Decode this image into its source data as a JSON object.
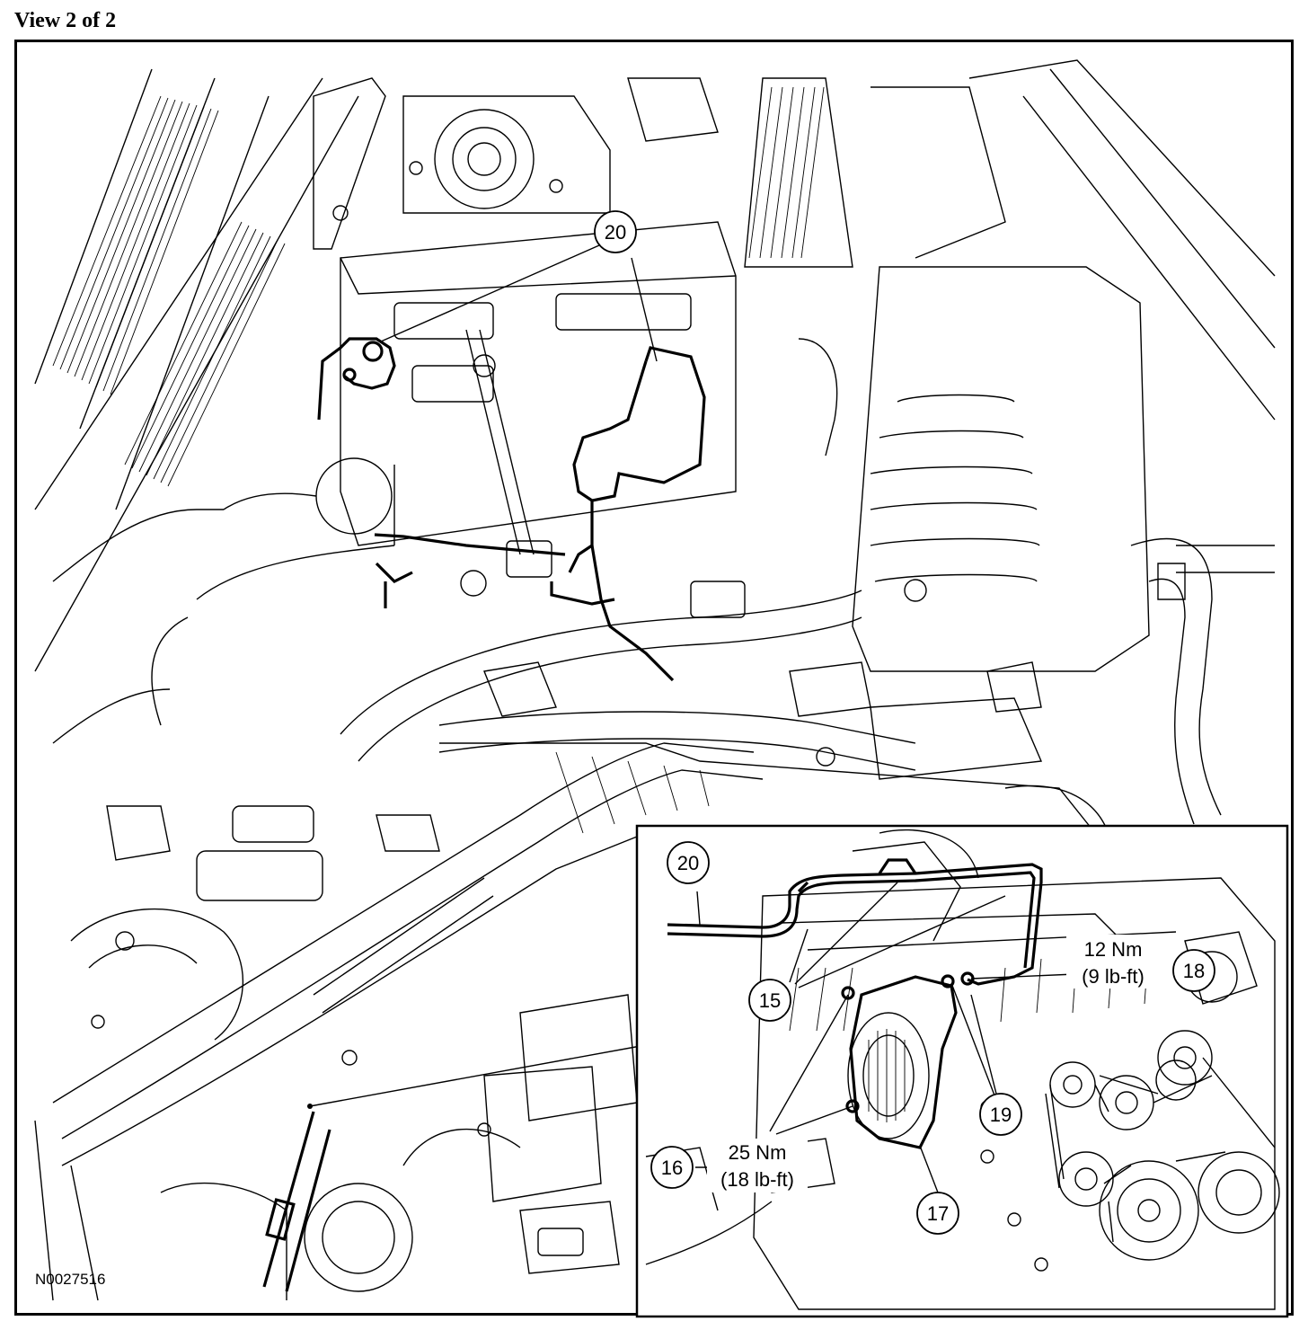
{
  "header": {
    "view_label": "View 2 of 2"
  },
  "figure_id": "N0027516",
  "callouts": {
    "c20_main": "20",
    "c20_inset": "20",
    "c15": "15",
    "c16": "16",
    "c17": "17",
    "c18": "18",
    "c19": "19"
  },
  "torque_specs": {
    "upper": {
      "metric": "12 Nm",
      "imperial": "(9 lb-ft)"
    },
    "lower": {
      "metric": "25 Nm",
      "imperial": "(18 lb-ft)"
    }
  }
}
